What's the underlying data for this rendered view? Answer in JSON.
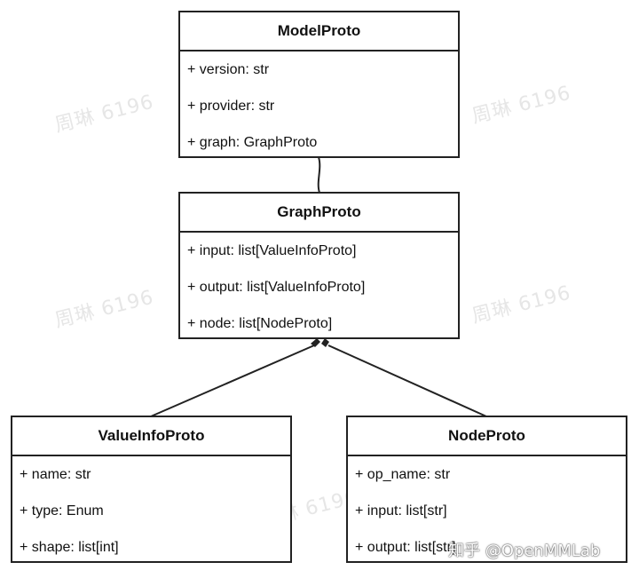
{
  "diagram": {
    "classes": {
      "model": {
        "name": "ModelProto",
        "attributes": [
          "+ version: str",
          "+ provider: str",
          "+ graph: GraphProto"
        ]
      },
      "graph": {
        "name": "GraphProto",
        "attributes": [
          "+ input: list[ValueInfoProto]",
          "+ output: list[ValueInfoProto]",
          "+ node: list[NodeProto]"
        ]
      },
      "valueinfo": {
        "name": "ValueInfoProto",
        "attributes": [
          "+ name: str",
          "+ type: Enum",
          "+ shape: list[int]"
        ]
      },
      "node": {
        "name": "NodeProto",
        "attributes": [
          "+ op_name: str",
          "+ input: list[str]",
          "+ output: list[str]"
        ]
      }
    },
    "relations": [
      {
        "from": "ModelProto",
        "to": "GraphProto",
        "type": "association"
      },
      {
        "from": "GraphProto",
        "to": "ValueInfoProto",
        "type": "composition"
      },
      {
        "from": "GraphProto",
        "to": "NodeProto",
        "type": "composition"
      }
    ]
  },
  "watermark": "周琳 6196",
  "credit": "知乎 @OpenMMLab",
  "colors": {
    "stroke": "#222222",
    "background": "#ffffff",
    "watermark": "#e6e6e6"
  }
}
